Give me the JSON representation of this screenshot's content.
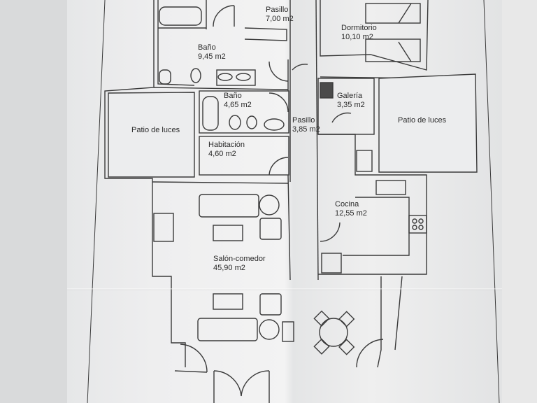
{
  "plan": {
    "rooms": [
      {
        "name": "Pasillo",
        "area": "7,00 m2"
      },
      {
        "name": "Dormitorio",
        "area": "10,10 m2"
      },
      {
        "name": "Baño",
        "area": "9,45 m2"
      },
      {
        "name": "Baño",
        "area": "4,65 m2"
      },
      {
        "name": "Galería",
        "area": "3,35 m2"
      },
      {
        "name": "Pasillo",
        "area": "3,85 m2"
      },
      {
        "name": "Patio de luces",
        "area": ""
      },
      {
        "name": "Patio de luces",
        "area": ""
      },
      {
        "name": "Habitación",
        "area": "4,60 m2"
      },
      {
        "name": "Cocina",
        "area": "12,55 m2"
      },
      {
        "name": "Salón-comedor",
        "area": "45,90 m2"
      }
    ]
  }
}
